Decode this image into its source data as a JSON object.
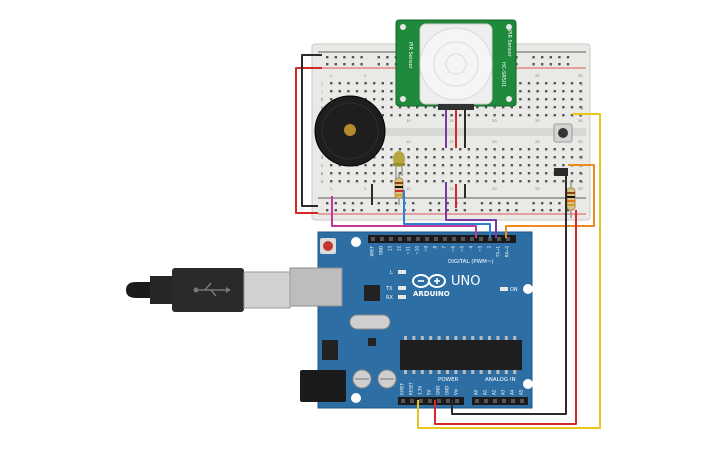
{
  "pir": {
    "brand": "HC-SR501",
    "left_text": "PIR Sensor",
    "right_text": "PIR Sensor"
  },
  "arduino": {
    "logo_text": "ARDUINO",
    "model": "UNO",
    "digital_label": "DIGITAL (PWM~)",
    "power_label": "POWER",
    "analog_label": "ANALOG IN",
    "on_label": "ON",
    "l_label": "L",
    "tx_label": "TX",
    "rx_label": "RX",
    "digital_pins": [
      "AREF",
      "GND",
      "13",
      "12",
      "~11",
      "~10",
      "~9",
      "8",
      "7",
      "~6",
      "~5",
      "4",
      "~3",
      "2",
      "TX→1",
      "RX←0"
    ],
    "power_pins": [
      "IOREF",
      "RESET",
      "3.3V",
      "5V",
      "GND",
      "GND",
      "Vin"
    ],
    "analog_pins": [
      "A0",
      "A1",
      "A2",
      "A3",
      "A4",
      "A5"
    ]
  },
  "breadboard": {
    "row_letters_top": [
      "j",
      "i",
      "h",
      "g",
      "f"
    ],
    "row_letters_bottom": [
      "e",
      "d",
      "c",
      "b",
      "a"
    ],
    "column_numbers": [
      "1",
      "5",
      "10",
      "15",
      "20",
      "25",
      "30"
    ]
  },
  "colors": {
    "board_blue": "#2d6fa5",
    "pir_green": "#1f8a3c",
    "wire_red": "#d62828",
    "wire_black": "#2b2b2b",
    "wire_yellow": "#e8c51f",
    "wire_orange": "#ec8a1e",
    "wire_blue": "#2f7ed8",
    "wire_magenta": "#c0399a",
    "wire_purple": "#7a3aa6"
  }
}
